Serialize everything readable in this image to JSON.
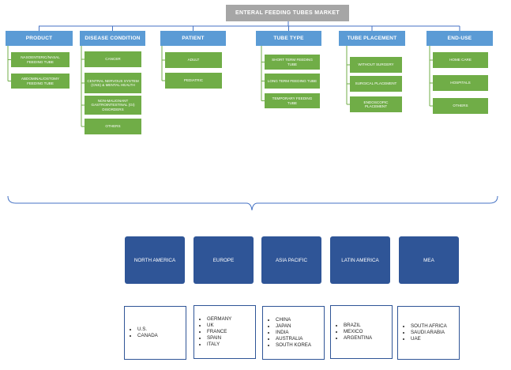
{
  "title": "ENTERAL FEEDING TUBES MARKET",
  "segments": [
    {
      "label": "PRODUCT",
      "items": [
        "NASOENTERIC/NASAL FEEDING TUBE",
        "ABDOMINAL/OSTOMY FEEDING TUBE"
      ]
    },
    {
      "label": "DISEASE CONDITION",
      "items": [
        "CANCER",
        "CENTRAL NERVOUS SYSTEM (CNS) & MENTAL HEALTH",
        "NON-MALIGNANT GASTROINTESTINAL (GI) DISORDERS",
        "OTHERS"
      ]
    },
    {
      "label": "PATIENT",
      "items": [
        "ADULT",
        "PEDIATRIC"
      ]
    },
    {
      "label": "TUBE TYPE",
      "items": [
        "SHORT TERM FEEDING TUBE",
        "LONG TERM FEEDING TUBE",
        "TEMPORARY FEEDING TUBE"
      ]
    },
    {
      "label": "TUBE PLACEMENT",
      "items": [
        "WITHOUT SURGERY",
        "SURGICAL PLACEMENT",
        "ENDOSCOPIC PLACEMENT"
      ]
    },
    {
      "label": "END-USE",
      "items": [
        "HOME CARE",
        "HOSPITALS",
        "OTHERS"
      ]
    }
  ],
  "regions": [
    {
      "label": "NORTH AMERICA",
      "countries": [
        "U.S.",
        "CANADA"
      ]
    },
    {
      "label": "EUROPE",
      "countries": [
        "GERMANY",
        "UK",
        "FRANCE",
        "SPAIN",
        "ITALY"
      ]
    },
    {
      "label": "ASIA PACIFIC",
      "countries": [
        "CHINA",
        "JAPAN",
        "INDIA",
        "AUSTRALIA",
        "SOUTH KOREA"
      ]
    },
    {
      "label": "LATIN AMERICA",
      "countries": [
        "BRAZIL",
        "MEXICO",
        "ARGENTINA"
      ]
    },
    {
      "label": "MEA",
      "countries": [
        "SOUTH AFRICA",
        "SAUDI ARABIA",
        "UAE"
      ]
    }
  ],
  "colors": {
    "root": "#a6a6a6",
    "segment": "#5b9bd5",
    "leaf": "#70ad47",
    "region": "#2f5597",
    "connector": "#4472c4"
  }
}
